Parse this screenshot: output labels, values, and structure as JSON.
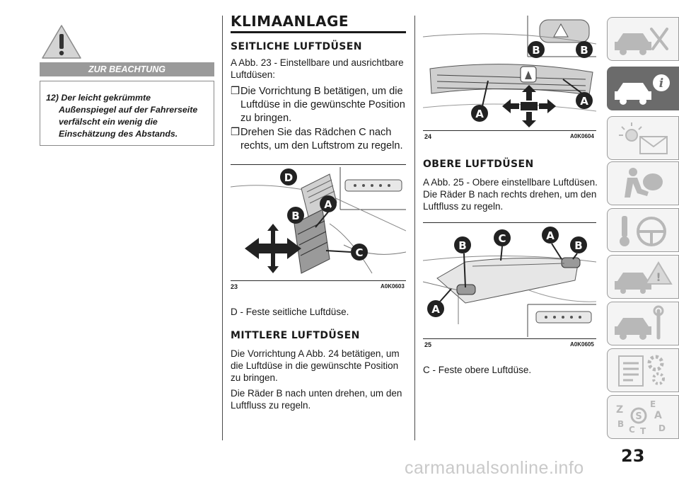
{
  "warning": {
    "header": "ZUR BEACHTUNG",
    "note_number": "12)",
    "note_text": "Der leicht gekrümmte Außenspiegel auf der Fahrerseite verfälscht ein wenig die Einschätzung des Abstands."
  },
  "main": {
    "title": "KLIMAANLAGE",
    "side_vents": {
      "heading": "SEITLICHE LUFTDÜSEN",
      "intro": "A Abb. 23 - Einstellbare und ausrichtbare Luftdüsen:",
      "bullets": [
        "Die Vorrichtung B betätigen, um die Luftdüse in die gewünschte Position zu bringen.",
        "Drehen Sie das Rädchen C nach rechts, um den Luftstrom zu regeln."
      ],
      "after_figure": "D - Feste seitliche Luftdüse."
    },
    "center_vents": {
      "heading": "MITTLERE LUFTDÜSEN",
      "para1": "Die Vorrichtung A Abb. 24 betätigen, um die Luftdüse in die gewünschte Position zu bringen.",
      "para2": "Die Räder B nach unten drehen, um den Luftfluss zu regeln."
    },
    "upper_vents": {
      "heading": "OBERE LUFTDÜSEN",
      "para": "A Abb. 25 - Obere einstellbare Luftdüsen. Die Räder B nach rechts drehen, um den Luftfluss zu regeln.",
      "after_figure": "C - Feste obere Luftdüse."
    }
  },
  "figures": {
    "fig23": {
      "number": "23",
      "code": "A0K0603",
      "labels": [
        "D",
        "B",
        "A",
        "C"
      ]
    },
    "fig24": {
      "number": "24",
      "code": "A0K0604",
      "labels": [
        "B",
        "B",
        "A",
        "A"
      ]
    },
    "fig25": {
      "number": "25",
      "code": "A0K0605",
      "labels": [
        "B",
        "C",
        "A",
        "B",
        "A"
      ]
    }
  },
  "bullet_mark": "❒",
  "sidebar": {
    "tabs": [
      {
        "icon": "car-tools-icon",
        "active": false
      },
      {
        "icon": "car-info-icon",
        "active": true
      },
      {
        "icon": "light-message-icon",
        "active": false
      },
      {
        "icon": "airbag-person-icon",
        "active": false
      },
      {
        "icon": "key-steering-icon",
        "active": false
      },
      {
        "icon": "car-warning-icon",
        "active": false
      },
      {
        "icon": "car-wrench-icon",
        "active": false
      },
      {
        "icon": "document-gear-icon",
        "active": false
      },
      {
        "icon": "alphabet-index-icon",
        "active": false
      }
    ],
    "colors": {
      "active": "#6b6b6b",
      "inactive": "#f4f4f4",
      "icon": "#b0b0b0"
    }
  },
  "page_number": "23",
  "watermark": "carmanualsonline.info"
}
